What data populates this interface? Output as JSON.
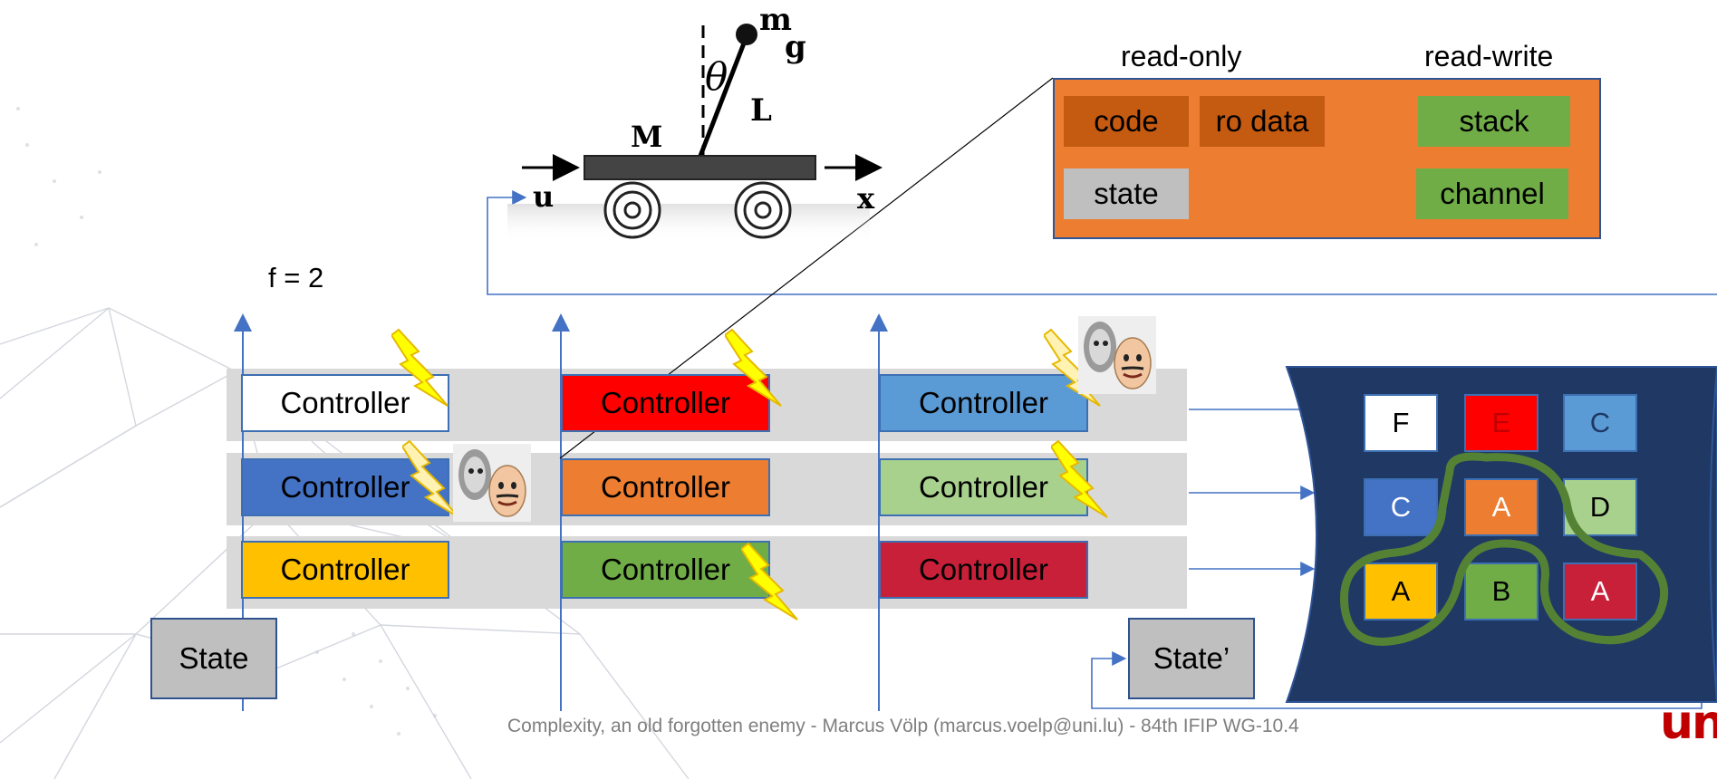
{
  "fault_budget": "f = 2",
  "pendulum": {
    "mass_label": "m",
    "gravity_label": "g",
    "angle_label": "θ",
    "length_label": "L",
    "cart_mass_label": "M",
    "input_label": "u",
    "position_label": "x"
  },
  "memory": {
    "readonly_header": "read-only",
    "readwrite_header": "read-write",
    "code": "code",
    "ro_data": "ro data",
    "state": "state",
    "stack": "stack",
    "channel": "channel"
  },
  "controllers": {
    "label": "Controller",
    "rows": [
      [
        {
          "color": "#ffffff",
          "fault": true
        },
        {
          "color": "#ff0000",
          "fault": true
        },
        {
          "color": "#5b9bd5",
          "fault": true,
          "compromised": true
        }
      ],
      [
        {
          "color": "#4472c4",
          "fault": true,
          "compromised": true
        },
        {
          "color": "#ed7d31",
          "fault": false
        },
        {
          "color": "#a9d18e",
          "fault": true
        }
      ],
      [
        {
          "color": "#ffc000",
          "fault": false
        },
        {
          "color": "#70ad47",
          "fault": true
        },
        {
          "color": "#c9203a",
          "fault": false
        }
      ]
    ]
  },
  "state_in": "State",
  "state_out": "State’",
  "voter_grid": [
    [
      {
        "text": "F",
        "bg": "#ffffff",
        "fg": "#000000"
      },
      {
        "text": "E",
        "bg": "#ff0000",
        "fg": "#c00000"
      },
      {
        "text": "C",
        "bg": "#5b9bd5",
        "fg": "#1f3864"
      }
    ],
    [
      {
        "text": "C",
        "bg": "#4472c4",
        "fg": "#ffffff"
      },
      {
        "text": "A",
        "bg": "#ed7d31",
        "fg": "#ffffff"
      },
      {
        "text": "D",
        "bg": "#a9d18e",
        "fg": "#000000"
      }
    ],
    [
      {
        "text": "A",
        "bg": "#ffc000",
        "fg": "#000000"
      },
      {
        "text": "B",
        "bg": "#70ad47",
        "fg": "#000000"
      },
      {
        "text": "A",
        "bg": "#c9203a",
        "fg": "#ffffff"
      }
    ]
  ],
  "footer": "Complexity, an old forgotten enemy - Marcus Völp (marcus.voelp@uni.lu) - 84th IFIP WG-10.4",
  "logo": "uni"
}
